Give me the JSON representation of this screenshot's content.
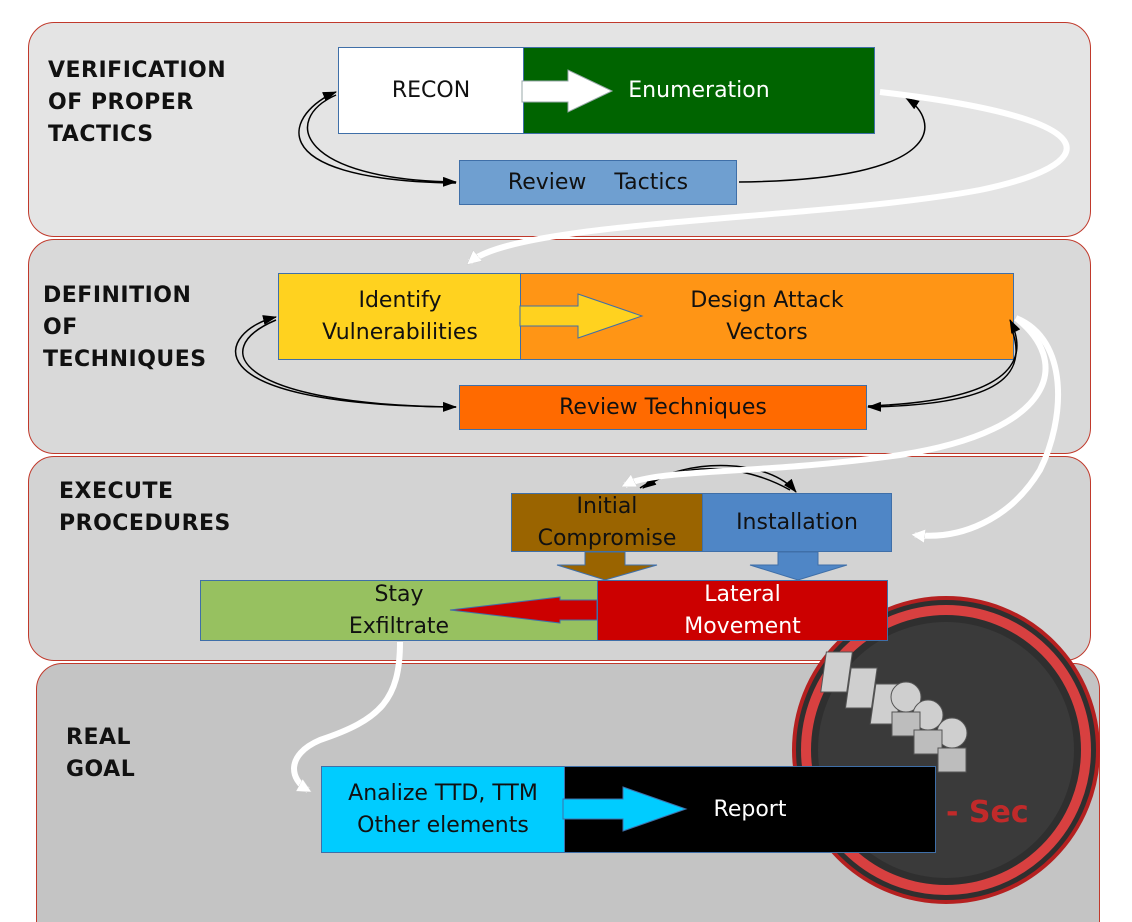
{
  "sections": [
    {
      "title": "VERIFICATION\nOF PROPER\nTACTICS"
    },
    {
      "title": "DEFINITION\nOF\nTECHNIQUES"
    },
    {
      "title": "EXECUTE\nPROCEDURES"
    },
    {
      "title": "REAL\nGOAL"
    }
  ],
  "boxes": {
    "recon": "RECON",
    "enumeration": "Enumeration",
    "review_tactics": "Review    Tactics",
    "identify_vulnerabilities": "Identify\nVulnerabilities",
    "design_attack_vectors": "Design Attack\nVectors",
    "review_techniques": "Review Techniques",
    "initial_compromise": "Initial\nCompromise",
    "installation": "Installation",
    "lateral_movement": "Lateral\nMovement",
    "stay_exfiltrate": "Stay\nExfiltrate",
    "analize": "Analize TTD, TTM\nOther elements",
    "report": "Report"
  },
  "logo": {
    "text": "- Sec",
    "icon": "hacker-team-icon"
  },
  "colors": {
    "band": "#e4e4e4",
    "enumeration": "#006400",
    "review_tactics": "#6f9fd0",
    "identify": "#ffd21f",
    "design": "#ff9515",
    "review_techniques": "#ff6a00",
    "initial": "#9a6400",
    "installation": "#4f86c6",
    "lateral": "#cc0000",
    "stay": "#97c160",
    "analize": "#00ccff",
    "report": "#000000"
  }
}
